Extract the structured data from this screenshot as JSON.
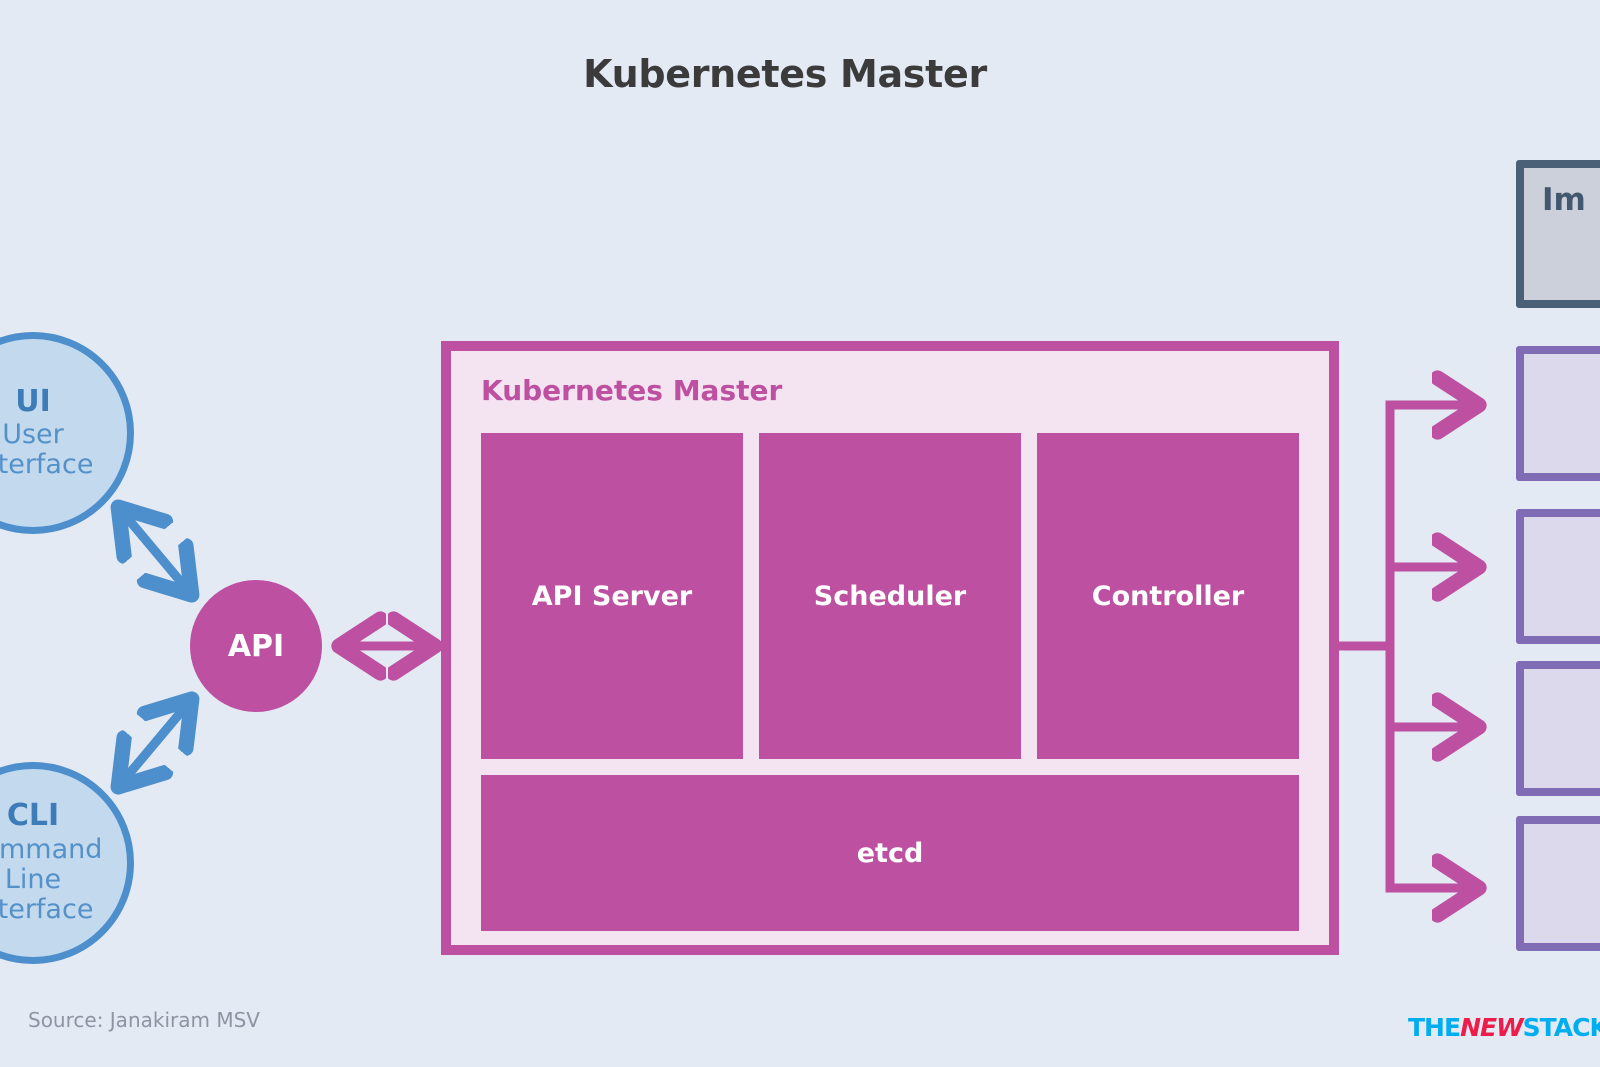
{
  "page": {
    "title": "Kubernetes Master",
    "background_color": "#e4eaf4",
    "source_note": "Source: Janakiram MSV"
  },
  "colors": {
    "magenta": "#bd50a0",
    "light_pink": "#f4e3f0",
    "client_blue_fill": "#c3d9ee",
    "client_blue_border": "#4d8fcc",
    "client_blue_text": "#4d8fcc",
    "node_purple_border": "#7f6cb5",
    "node_purple_fill": "#ddd9ec",
    "registry_slate_border": "#4a6076",
    "registry_gray_fill": "#cbd0da",
    "title_gray": "#3b3b3b",
    "source_gray": "#8d95a3"
  },
  "clients": [
    {
      "id": "ui",
      "abbr": "UI",
      "description": "User\nInterface"
    },
    {
      "id": "cli",
      "abbr": "CLI",
      "description": "Command\nLine\nInterface"
    }
  ],
  "api_gateway": {
    "label": "API"
  },
  "master": {
    "label": "Kubernetes Master",
    "components": [
      {
        "label": "API Server"
      },
      {
        "label": "Scheduler"
      },
      {
        "label": "Controller"
      }
    ],
    "datastore": {
      "label": "etcd"
    }
  },
  "right_panel": {
    "registry": {
      "label": "Im",
      "note": "clipped at right edge of frame"
    },
    "nodes": [
      {
        "label": ""
      },
      {
        "label": ""
      },
      {
        "label": ""
      },
      {
        "label": ""
      }
    ]
  },
  "connectors": {
    "ui_to_api": "bidirectional-diagonal-arrow",
    "cli_to_api": "bidirectional-diagonal-arrow",
    "api_to_master": "bidirectional-horizontal-arrow",
    "master_to_nodes": "branching-arrow-four-targets"
  },
  "logo": {
    "the": "THE",
    "new": "NEW",
    "stack": "STACK"
  }
}
